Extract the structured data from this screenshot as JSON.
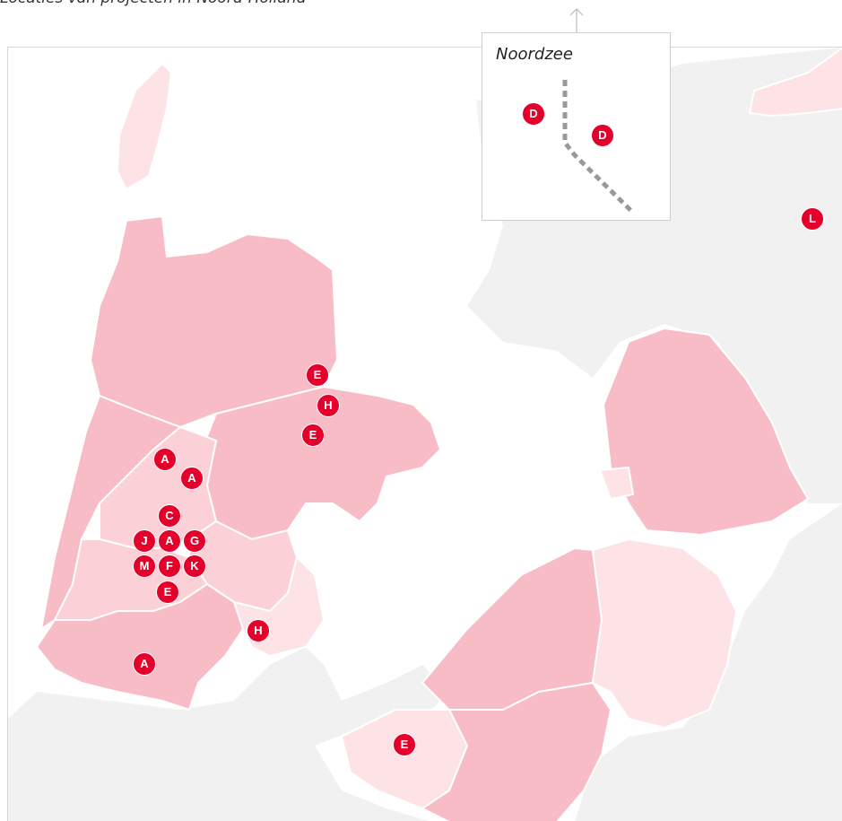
{
  "caption": "Locaties van projecten in Noord-Holland",
  "colors": {
    "water": "#ffffff",
    "land_other": "#f1f1f1",
    "region_strong": "#f8bcc6",
    "region_medium": "#fbd0d7",
    "region_light": "#fde2e6",
    "marker": "#e4002b",
    "border": "#ffffff"
  },
  "inset": {
    "title": "Noordzee",
    "markers": [
      "D",
      "D"
    ]
  },
  "markers": [
    {
      "label": "E"
    },
    {
      "label": "H"
    },
    {
      "label": "E"
    },
    {
      "label": "A"
    },
    {
      "label": "A"
    },
    {
      "label": "C"
    },
    {
      "label": "J"
    },
    {
      "label": "A"
    },
    {
      "label": "G"
    },
    {
      "label": "M"
    },
    {
      "label": "F"
    },
    {
      "label": "K"
    },
    {
      "label": "E"
    },
    {
      "label": "H"
    },
    {
      "label": "A"
    },
    {
      "label": "E"
    },
    {
      "label": "L"
    }
  ]
}
